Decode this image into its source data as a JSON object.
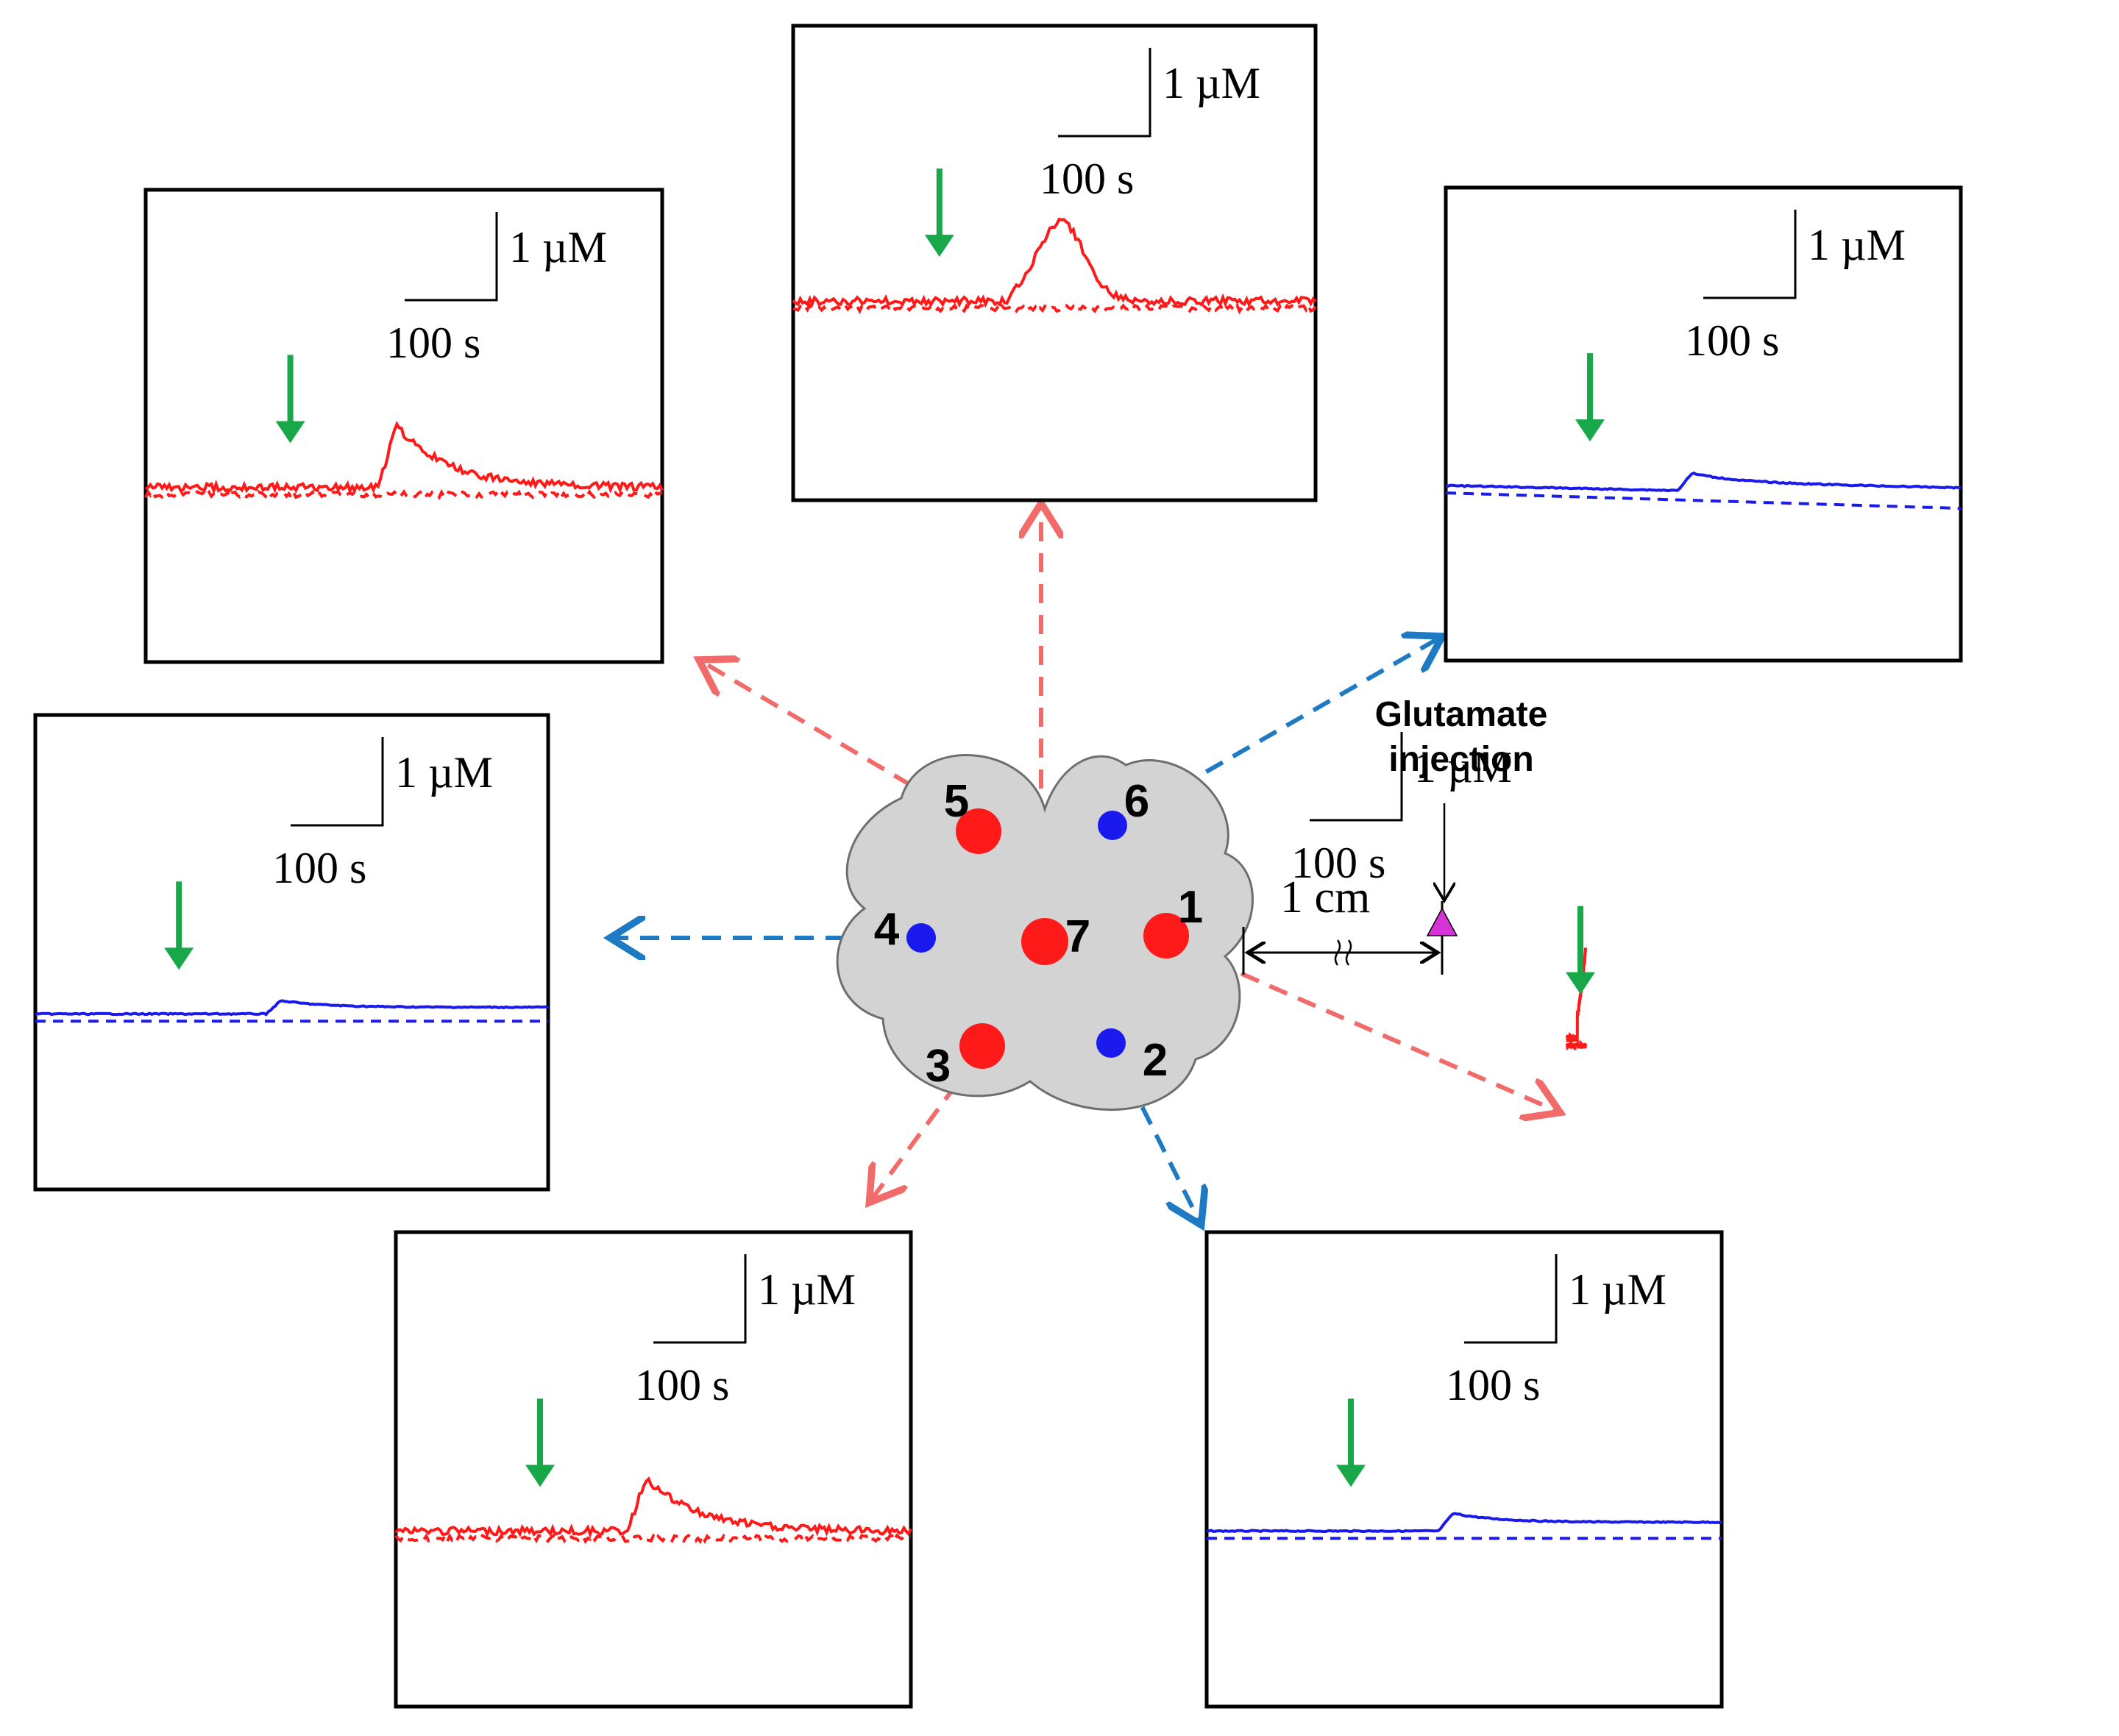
{
  "scale_bar": {
    "conc_label": "1 µM",
    "time_label": "100 s"
  },
  "distance_label": "1 cm",
  "injection_label": [
    "Glutamate",
    "injection"
  ],
  "colors": {
    "responding": "#ff1a1a",
    "non_responding": "#1a1aee",
    "arrow_responding": "#f26b6b",
    "arrow_non_responding": "#1f7ac4",
    "stim_arrow": "#18a84a",
    "injection_marker": "#d633d6",
    "organoid_fill": "#d3d3d3"
  },
  "sensors": [
    {
      "id": "1",
      "label": "1",
      "responding": true,
      "shape": "plateau_peak",
      "peak_uM": 1.8,
      "baseline": "noisy"
    },
    {
      "id": "2",
      "label": "2",
      "responding": false,
      "shape": "small_bump",
      "peak_uM": 0.2,
      "baseline": "flat"
    },
    {
      "id": "3",
      "label": "3",
      "responding": true,
      "shape": "decaying_peak",
      "peak_uM": 0.6,
      "baseline": "noisy"
    },
    {
      "id": "4",
      "label": "4",
      "responding": false,
      "shape": "small_bump",
      "peak_uM": 0.15,
      "baseline": "flat"
    },
    {
      "id": "5",
      "label": "5",
      "responding": true,
      "shape": "decaying_peak",
      "peak_uM": 0.7,
      "baseline": "noisy"
    },
    {
      "id": "6",
      "label": "6",
      "responding": false,
      "shape": "small_bump",
      "peak_uM": 0.2,
      "baseline": "flat"
    },
    {
      "id": "7",
      "label": "7",
      "responding": true,
      "shape": "broad_peak",
      "peak_uM": 0.9,
      "baseline": "noisy"
    }
  ]
}
